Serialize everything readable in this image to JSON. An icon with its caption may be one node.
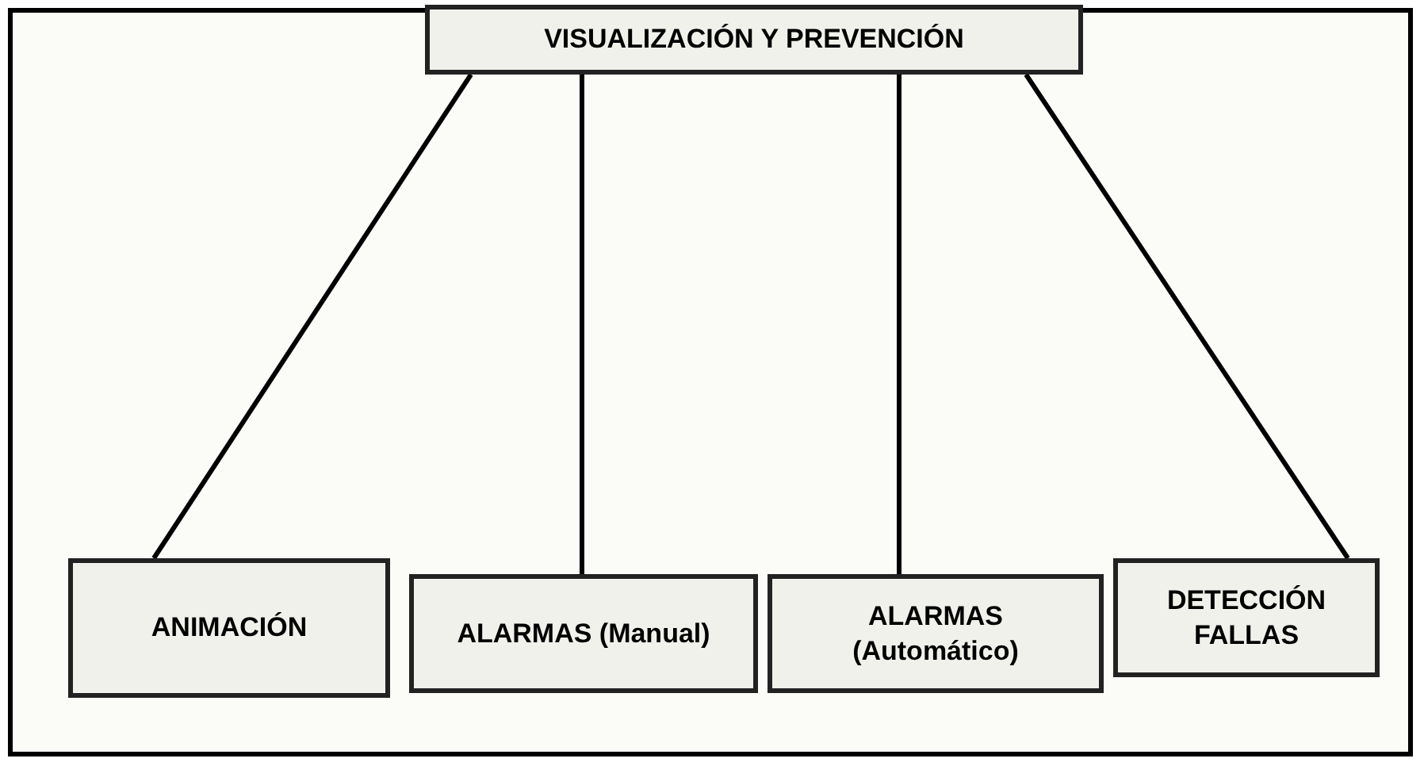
{
  "diagram": {
    "nodes": [
      {
        "text": [
          "VISUALIZACIÓN Y PREVENCIÓN"
        ]
      },
      {
        "text": [
          "ANIMACIÓN"
        ]
      },
      {
        "text": [
          "ALARMAS (Manual)"
        ]
      },
      {
        "text": [
          "ALARMAS (Automático)"
        ]
      },
      {
        "text": [
          "DETECCIÓN FALLAS"
        ]
      }
    ],
    "edges": [
      {
        "from": 0,
        "to": 1,
        "arrow": "none"
      },
      {
        "from": 0,
        "to": 2,
        "arrow": "none"
      },
      {
        "from": 0,
        "to": 3,
        "arrow": "none"
      },
      {
        "from": 0,
        "to": 4,
        "arrow": "none"
      }
    ]
  }
}
